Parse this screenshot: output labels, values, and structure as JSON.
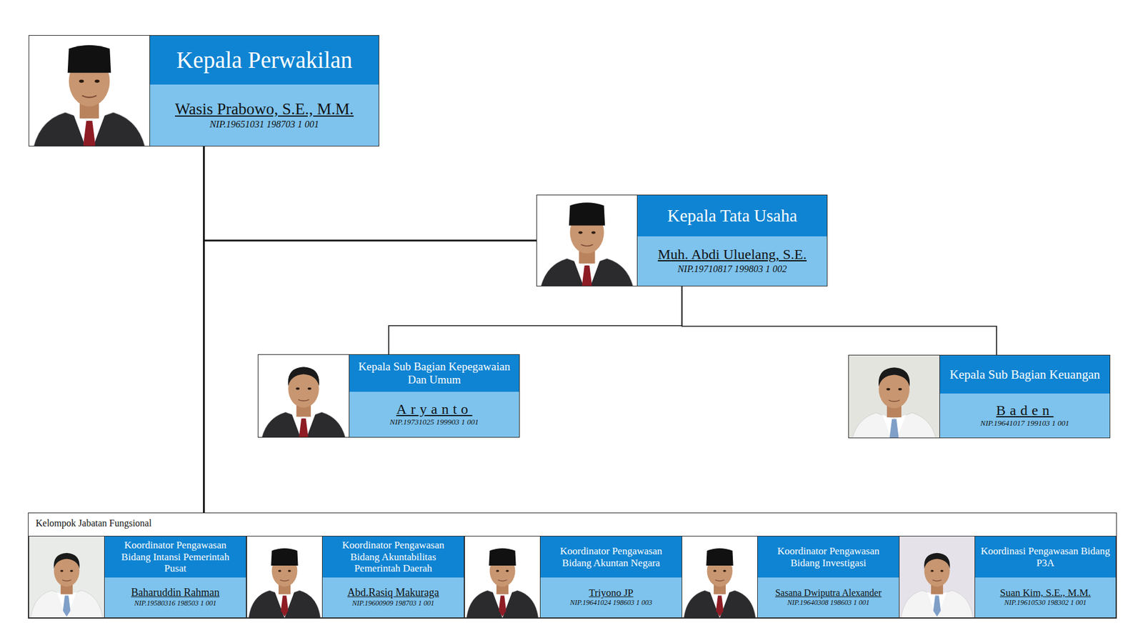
{
  "diagram": {
    "nodes": [
      {
        "text": [
          "Kepala Perwakilan",
          "Wasis Prabowo, S.E., M.M.",
          "NIP.19651031 198703 1 001"
        ]
      },
      {
        "text": [
          "Kepala Tata Usaha",
          "Muh. Abdi Uluelang, S.E.",
          "NIP.19710817 199803 1 002"
        ]
      },
      {
        "text": [
          "Kepala Sub Bagian Kepegawaian Dan Umum",
          "Aryanto",
          "NIP.19731025 199903 1 001"
        ]
      },
      {
        "text": [
          "Kepala Sub Bagian Keuangan",
          "Baden",
          "NIP.19641017 199103 1 001"
        ]
      },
      {
        "text": [
          "Kelompok Jabatan Fungsional"
        ]
      },
      {
        "text": [
          "Koordinator Pengawasan Bidang Intansi Pemerintah Pusat",
          "Baharuddin Rahman",
          "NIP.19580316 198503 1 001"
        ],
        "in": 4
      },
      {
        "text": [
          "Koordinator Pengawasan Bidang Akuntabilitas Pemerintah Daerah",
          "Abd.Rasiq Makuraga",
          "NIP.19600909 198703 1 001"
        ],
        "in": 4
      },
      {
        "text": [
          "Koordinator Pengawasan Bidang Akuntan Negara",
          "Triyono JP",
          "NIP.19641024 198603 1 003"
        ],
        "in": 4
      },
      {
        "text": [
          "Koordinator Pengawasan Bidang Investigasi",
          "Sasana Dwiputra Alexander",
          "NIP.19640308 198603 1 001"
        ],
        "in": 4
      },
      {
        "text": [
          "Koordinasi Pengawasan Bidang P3A",
          "Suan Kim, S.E., M.M.",
          "NIP.19610530 198302 1 001"
        ],
        "in": 4
      }
    ],
    "edges": [
      {
        "from": 0,
        "to": 1,
        "arrow": "none"
      },
      {
        "from": 1,
        "to": 2,
        "arrow": "none"
      },
      {
        "from": 1,
        "to": 3,
        "arrow": "none"
      },
      {
        "from": 0,
        "to": 4,
        "arrow": "none"
      }
    ]
  }
}
